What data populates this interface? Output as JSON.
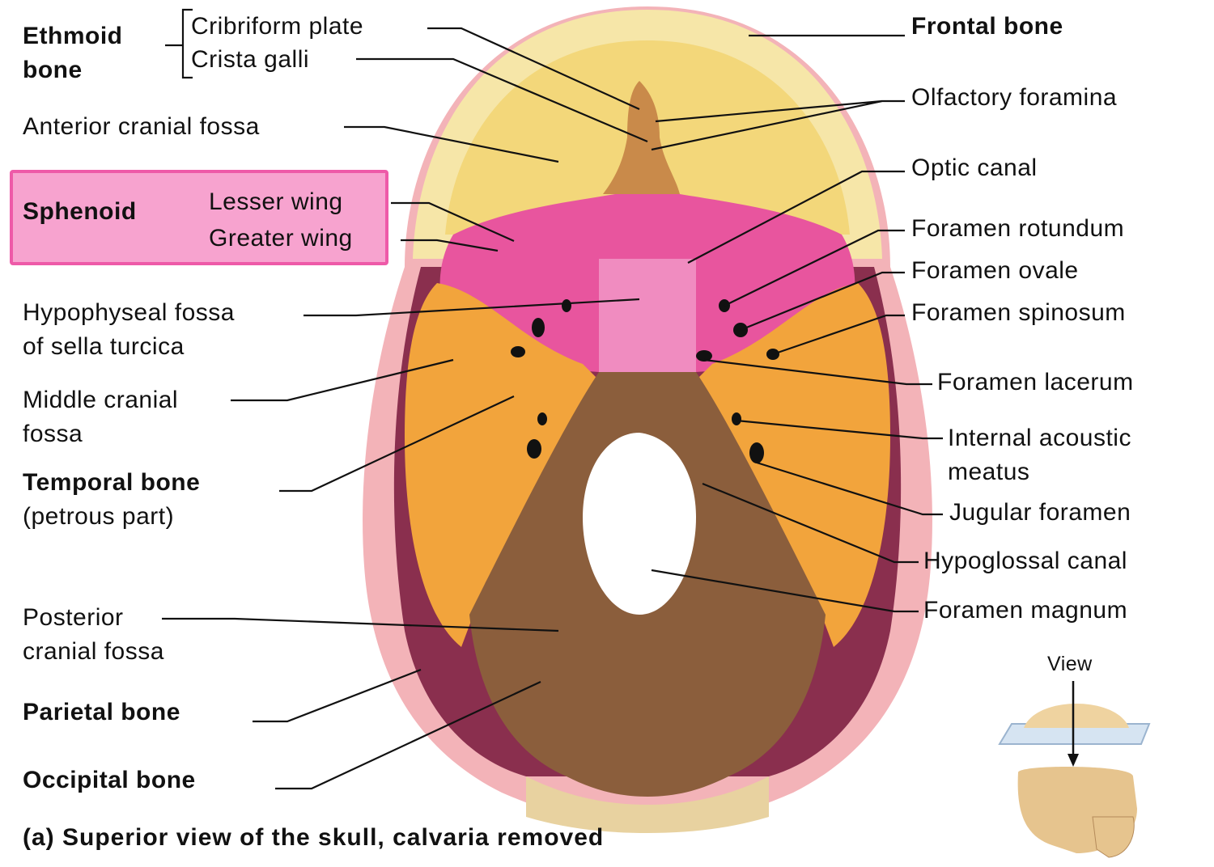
{
  "labels": {
    "ethmoid_bone": "Ethmoid bone",
    "ethmoid_bone_line1": "Ethmoid",
    "ethmoid_bone_line2": "bone",
    "cribriform_plate": "Cribriform plate",
    "crista_galli": "Crista galli",
    "anterior_cranial_fossa": "Anterior cranial fossa",
    "sphenoid": "Sphenoid",
    "lesser_wing": "Lesser wing",
    "greater_wing": "Greater wing",
    "hypophyseal_fossa_line1": "Hypophyseal fossa",
    "hypophyseal_fossa_line2": "of sella turcica",
    "middle_cranial_fossa_line1": "Middle cranial",
    "middle_cranial_fossa_line2": "fossa",
    "temporal_bone": "Temporal bone",
    "temporal_bone_sub": "(petrous part)",
    "posterior_cranial_fossa_line1": "Posterior",
    "posterior_cranial_fossa_line2": "cranial fossa",
    "parietal_bone": "Parietal bone",
    "occipital_bone": "Occipital bone",
    "frontal_bone": "Frontal bone",
    "olfactory_foramina": "Olfactory foramina",
    "optic_canal": "Optic canal",
    "foramen_rotundum": "Foramen rotundum",
    "foramen_ovale": "Foramen ovale",
    "foramen_spinosum": "Foramen spinosum",
    "foramen_lacerum": "Foramen lacerum",
    "internal_acoustic_meatus_line1": "Internal acoustic",
    "internal_acoustic_meatus_line2": "meatus",
    "jugular_foramen": "Jugular foramen",
    "hypoglossal_canal": "Hypoglossal canal",
    "foramen_magnum": "Foramen magnum",
    "view": "View"
  },
  "caption": "(a) Superior view of the skull, calvaria removed",
  "colors": {
    "frontal_bone": "#f3d77a",
    "frontal_rim": "#f6e6a8",
    "sphenoid": "#e8559e",
    "sphenoid_light": "#f08cc0",
    "temporal_bone": "#f2a43c",
    "occipital_bone": "#8b5e3c",
    "parietal_rim": "#f3b3b8",
    "parietal_inner": "#8a2f4e",
    "ethmoid": "#c98a4a",
    "highlight_box": "#f7a3cf",
    "highlight_border": "#ee5aa8",
    "leader_line": "#111111"
  }
}
